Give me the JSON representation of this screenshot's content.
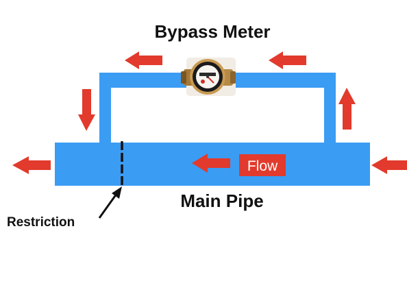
{
  "labels": {
    "bypass_meter": "Bypass Meter",
    "main_pipe": "Main Pipe",
    "flow": "Flow",
    "restriction": "Restriction"
  },
  "colors": {
    "pipe": "#3b9cf3",
    "arrow": "#e23a2c",
    "flow_badge": "#e23a2c",
    "restriction_line": "#111111",
    "text": "#111111"
  },
  "icons": {
    "meter": "water-meter-icon",
    "arrow": "arrow-icon"
  }
}
